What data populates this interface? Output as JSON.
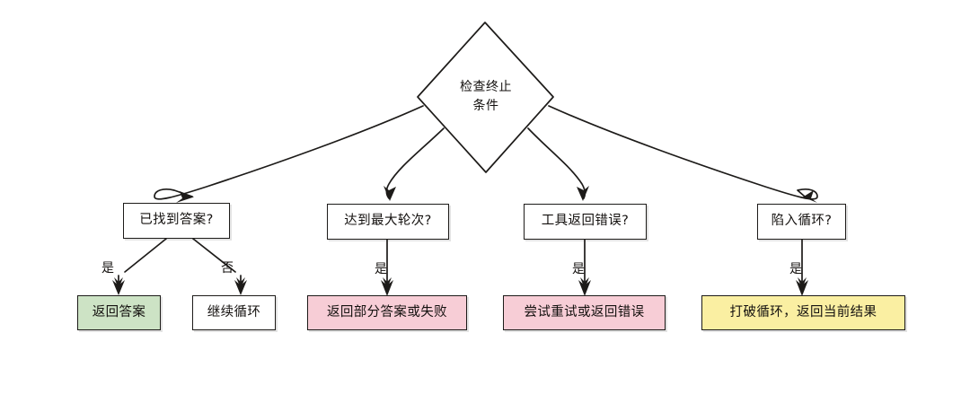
{
  "diagram": {
    "title_node": {
      "id": "check-termination",
      "label": "检查终止\n条件",
      "shape": "diamond"
    },
    "decisions": [
      {
        "id": "found-answer",
        "label": "已找到答案?"
      },
      {
        "id": "max-rounds",
        "label": "达到最大轮次?"
      },
      {
        "id": "tool-error",
        "label": "工具返回错误?"
      },
      {
        "id": "stuck-loop",
        "label": "陷入循环?"
      }
    ],
    "edge_labels": {
      "yes": "是",
      "no": "否"
    },
    "branch_labels": [
      {
        "from": "found-answer",
        "label": "是"
      },
      {
        "from": "found-answer",
        "label": "否"
      },
      {
        "from": "max-rounds",
        "label": "是"
      },
      {
        "from": "tool-error",
        "label": "是"
      },
      {
        "from": "stuck-loop",
        "label": "是"
      }
    ],
    "results": [
      {
        "id": "return-answer",
        "label": "返回答案",
        "fill": "#cde3c5",
        "fill_name": "green"
      },
      {
        "id": "continue-loop",
        "label": "继续循环",
        "fill": "#ffffff",
        "fill_name": "white"
      },
      {
        "id": "partial-or-fail",
        "label": "返回部分答案或失败",
        "fill": "#f7cdd6",
        "fill_name": "pink"
      },
      {
        "id": "retry-or-error",
        "label": "尝试重试或返回错误",
        "fill": "#f7cdd6",
        "fill_name": "pink"
      },
      {
        "id": "break-loop-return",
        "label": "打破循环，返回当前结果",
        "fill": "#faefa2",
        "fill_name": "yellow"
      }
    ],
    "colors": {
      "stroke": "#1d1b19",
      "text": "#14110f",
      "background": "#ffffff",
      "green": "#cde3c5",
      "pink": "#f7cdd6",
      "yellow": "#faefa2"
    }
  }
}
